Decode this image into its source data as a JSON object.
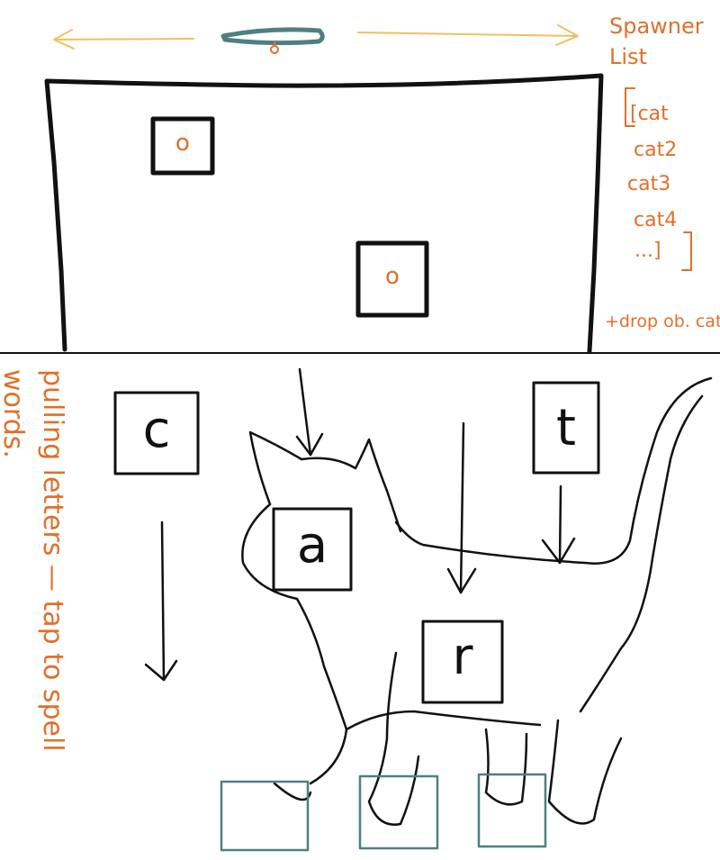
{
  "spawner_list": {
    "title": "Spawner\nList",
    "items": [
      "[cat",
      "cat2",
      "cat3",
      "cat4",
      "...]"
    ],
    "footer": "+drop ob. cat"
  },
  "spawn_boxes": [
    {
      "label": "o"
    },
    {
      "label": "o"
    }
  ],
  "side_note": "pulling letters — tap to spell\nwords.",
  "letter_tiles": [
    {
      "letter": "c"
    },
    {
      "letter": "a"
    },
    {
      "letter": "t"
    },
    {
      "letter": "r"
    }
  ],
  "colors": {
    "ink": "#111111",
    "annotation": "#e0702a",
    "arrow": "#f0c060",
    "paddle": "#4f7f80",
    "slot": "#4f7f80"
  }
}
